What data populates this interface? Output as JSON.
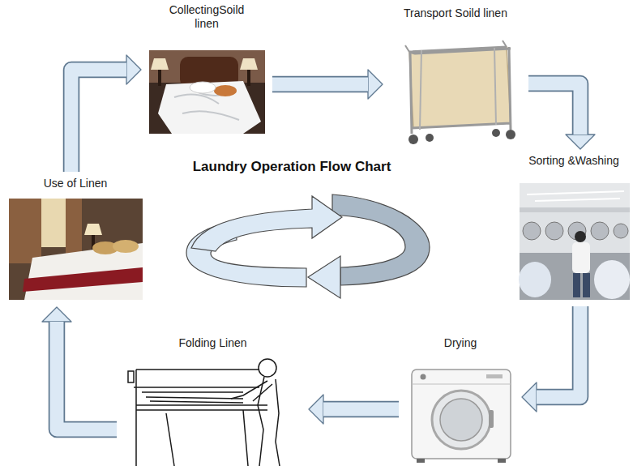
{
  "diagram": {
    "title": "Laundry Operation Flow Chart",
    "nodes": [
      {
        "text": [
          "CollectingSoild linen"
        ]
      },
      {
        "text": [
          "Transport Soild linen"
        ]
      },
      {
        "text": [
          "Sorting &Washing"
        ]
      },
      {
        "text": [
          "Drying"
        ]
      },
      {
        "text": [
          "Folding Linen"
        ]
      },
      {
        "text": [
          "Use of Linen"
        ]
      }
    ],
    "edges": [
      {
        "from": 0,
        "to": 1,
        "arrow": "to"
      },
      {
        "from": 1,
        "to": 2,
        "arrow": "to"
      },
      {
        "from": 2,
        "to": 3,
        "arrow": "to"
      },
      {
        "from": 3,
        "to": 4,
        "arrow": "to"
      },
      {
        "from": 4,
        "to": 5,
        "arrow": "to"
      },
      {
        "from": 5,
        "to": 0,
        "arrow": "to"
      }
    ]
  }
}
